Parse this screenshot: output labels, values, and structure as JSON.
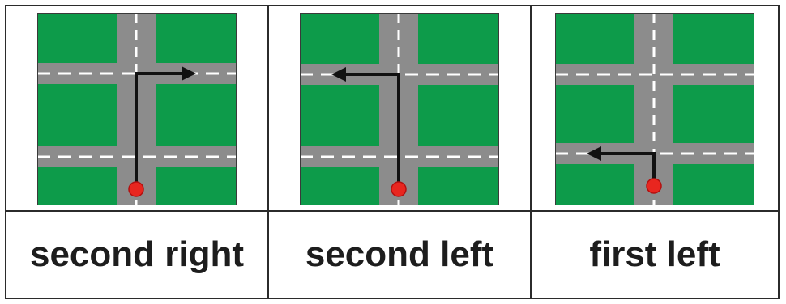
{
  "cards": [
    {
      "label": "second right",
      "route": "second-right"
    },
    {
      "label": "second left",
      "route": "second-left"
    },
    {
      "label": "first left",
      "route": "first-left"
    }
  ],
  "colors": {
    "grass": "#0d9b4a",
    "road": "#8c8c8c",
    "lane_marking": "#ffffff",
    "arrow": "#111111",
    "start_dot": "#e8261f",
    "border": "#2b2b2b"
  }
}
